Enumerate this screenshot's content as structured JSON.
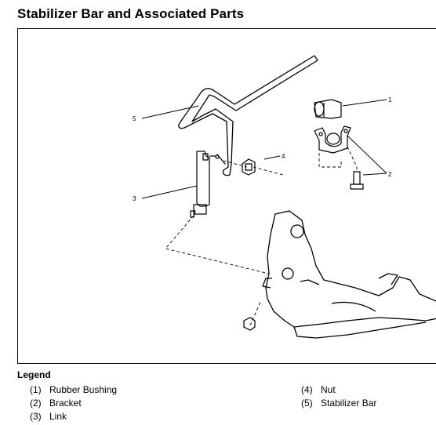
{
  "page": {
    "title": "Stabilizer Bar and Associated Parts"
  },
  "diagram": {
    "callouts": [
      "1",
      "2",
      "3",
      "4",
      "5"
    ]
  },
  "legend": {
    "title": "Legend",
    "items": [
      {
        "num": "(1)",
        "label": "Rubber Bushing"
      },
      {
        "num": "(2)",
        "label": "Bracket"
      },
      {
        "num": "(3)",
        "label": "Link"
      },
      {
        "num": "(4)",
        "label": "Nut"
      },
      {
        "num": "(5)",
        "label": "Stabilizer Bar"
      }
    ]
  }
}
